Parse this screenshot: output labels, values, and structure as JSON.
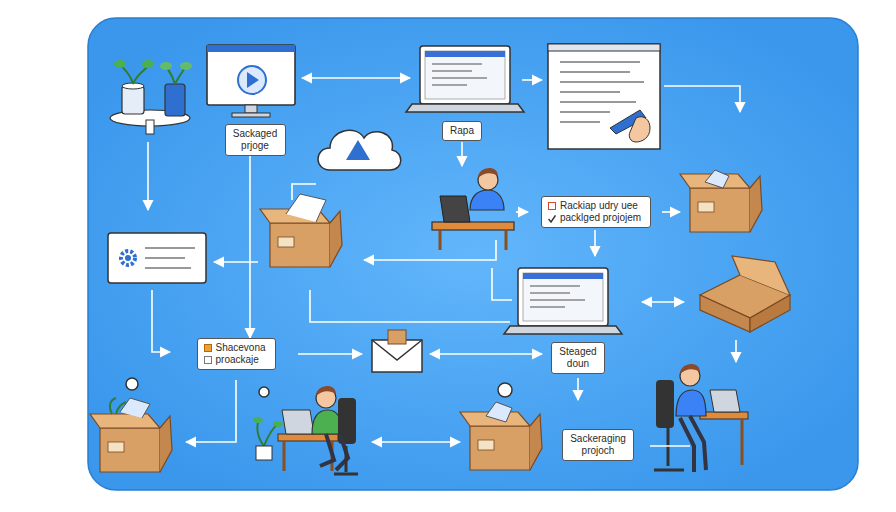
{
  "diagram": {
    "nodes": [
      {
        "text": [
          "Sackaged prjoge"
        ]
      },
      {
        "text": [
          "Rapa"
        ]
      },
      {
        "text": [
          "Rackiap udry uee",
          "packlged projojem"
        ]
      },
      {
        "text": [
          "Shacevona",
          "proackaje"
        ]
      },
      {
        "text": [
          "Steaged doun"
        ]
      },
      {
        "text": [
          "Sackeraging projoch"
        ]
      }
    ],
    "edges": [
      {
        "from": 0,
        "to": 3,
        "arrow": "to"
      }
    ]
  }
}
